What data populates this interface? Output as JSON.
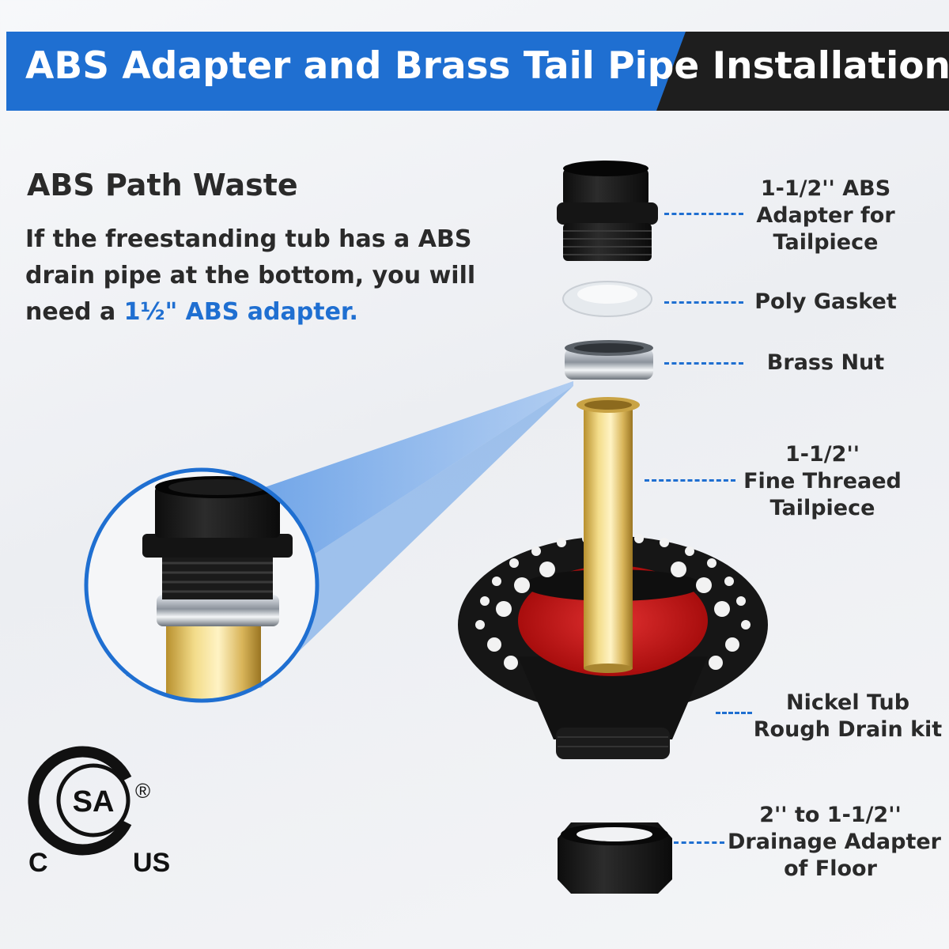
{
  "banner": {
    "title": "ABS Adapter and Brass Tail Pipe Installation",
    "blue_color": "#1f6fd1",
    "dark_color": "#1e1e1e"
  },
  "intro": {
    "heading": "ABS Path Waste",
    "text_before": "If the freestanding tub has a ABS drain pipe at the bottom, you will need a ",
    "highlight": "1½\" ABS adapter.",
    "highlight_color": "#1f6fd1"
  },
  "parts": [
    {
      "lines": [
        "1-1/2'' ABS",
        "Adapter for",
        "Tailpiece"
      ]
    },
    {
      "lines": [
        "Poly Gasket"
      ]
    },
    {
      "lines": [
        "Brass Nut"
      ]
    },
    {
      "lines": [
        "1-1/2''",
        "Fine Threaed",
        "Tailpiece"
      ]
    },
    {
      "lines": [
        "Nickel Tub",
        "Rough Drain kit"
      ]
    },
    {
      "lines": [
        "2'' to 1-1/2''",
        "Drainage Adapter",
        "of  Floor"
      ]
    }
  ],
  "certification": {
    "logo": "csa-logo",
    "c": "C",
    "us": "US",
    "registered": "®"
  }
}
